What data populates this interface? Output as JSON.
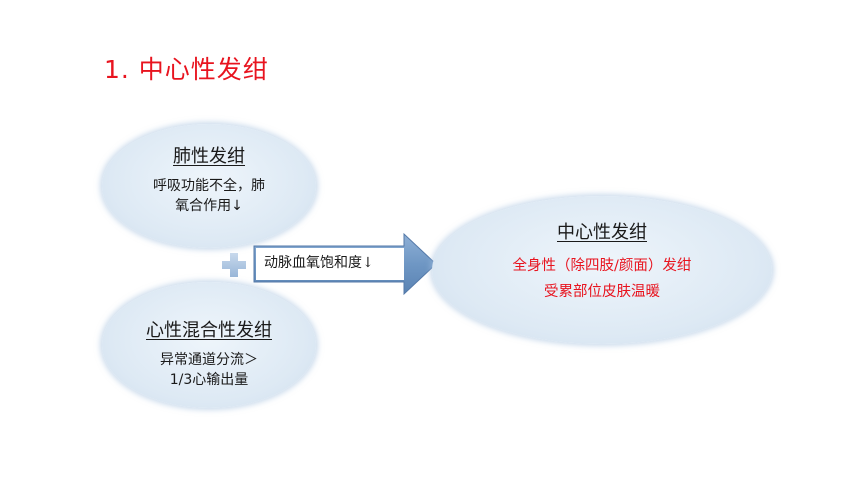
{
  "title": "1. 中心性发绀",
  "pulmonary": {
    "heading": "肺性发绀",
    "line1": "呼吸功能不全，肺",
    "line2": "氧合作用↓"
  },
  "mixed": {
    "heading": "心性混合性发绀",
    "line1": "异常通道分流＞",
    "line2": "1/3心输出量"
  },
  "arrow": {
    "label": "动脉血氧饱和度↓"
  },
  "central": {
    "heading": "中心性发绀",
    "line1": "全身性（除四肢/颜面）发绀",
    "line2": "受累部位皮肤温暖"
  },
  "colors": {
    "title": "#e8141f",
    "highlight_text": "#e8141f",
    "ellipse_fill": "#dde9f4",
    "arrow_fill": "#6f97c4",
    "plus": "#a9c3e0"
  },
  "icons": {
    "plus": "plus-icon",
    "arrow": "right-arrow"
  }
}
